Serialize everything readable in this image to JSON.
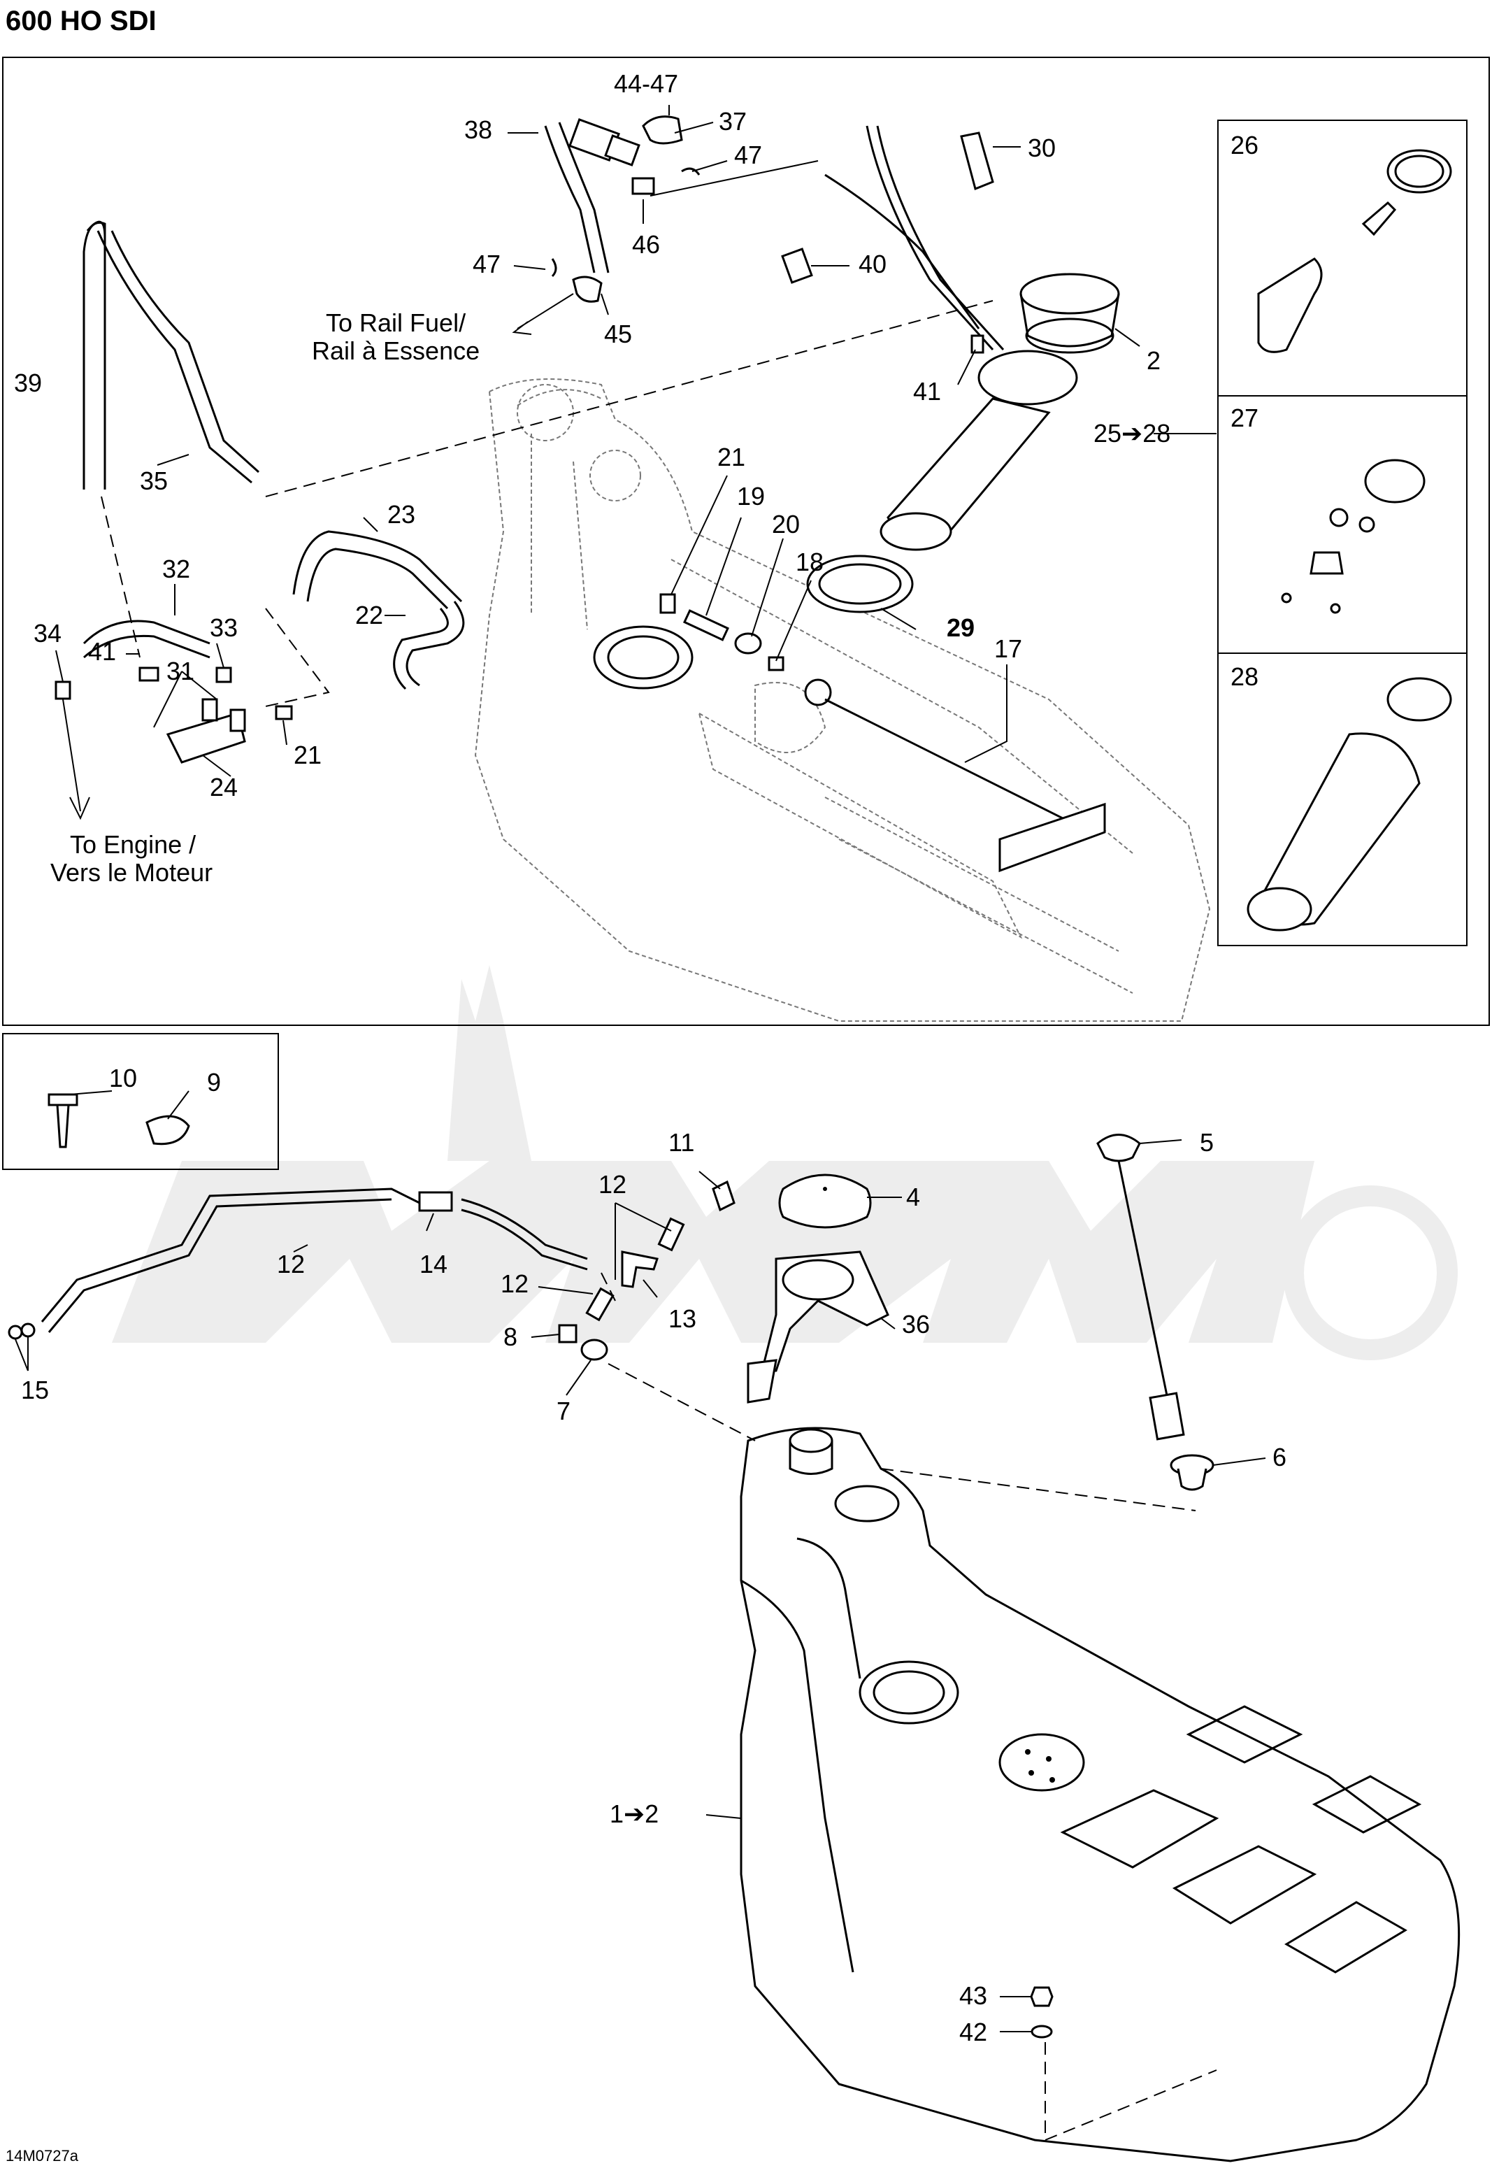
{
  "header": {
    "title": "600 HO SDI"
  },
  "footer": {
    "figure_code": "14M0727a"
  },
  "callouts": {
    "c2": "2",
    "c4": "4",
    "c5": "5",
    "c6": "6",
    "c7": "7",
    "c8": "8",
    "c9": "9",
    "c10": "10",
    "c11": "11",
    "c12a": "12",
    "c12b": "12",
    "c12c": "12",
    "c13": "13",
    "c14": "14",
    "c15": "15",
    "c17": "17",
    "c18": "18",
    "c19": "19",
    "c20": "20",
    "c21a": "21",
    "c21b": "21",
    "c22": "22",
    "c23": "23",
    "c24": "24",
    "c25_28": "25➔28",
    "c26": "26",
    "c27": "27",
    "c28": "28",
    "c29": "29",
    "c30": "30",
    "c31": "31",
    "c32": "32",
    "c33": "33",
    "c34": "34",
    "c35": "35",
    "c37": "37",
    "c38": "38",
    "c39": "39",
    "c40": "40",
    "c41a": "41",
    "c41b": "41",
    "c42": "42",
    "c43": "43",
    "c44_47": "44-47",
    "c45": "45",
    "c46": "46",
    "c47a": "47",
    "c47b": "47",
    "c36": "36",
    "c1_2": "1➔2"
  },
  "notes": {
    "rail_line1": "To Rail Fuel/",
    "rail_line2": "Rail à Essence",
    "engine_line1": "To Engine /",
    "engine_line2": "Vers le Moteur"
  }
}
